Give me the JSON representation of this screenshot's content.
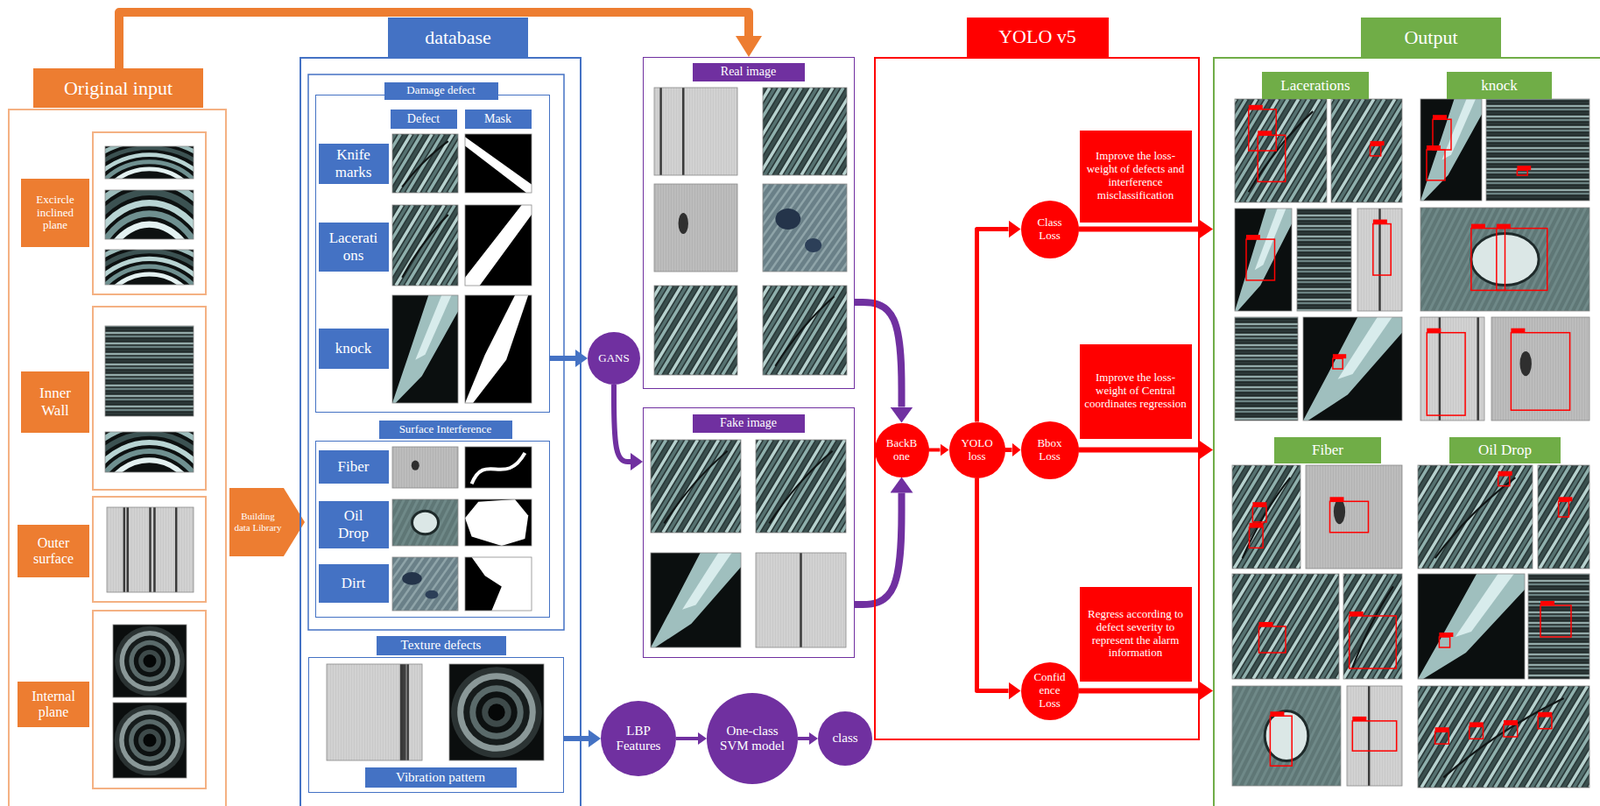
{
  "diagram": {
    "nodes": [
      {
        "text": [
          "Original input"
        ]
      },
      {
        "text": [
          "Excircle inclined plane"
        ],
        "in": 0
      },
      {
        "text": [
          "Inner Wall"
        ],
        "in": 0
      },
      {
        "text": [
          "Outer surface"
        ],
        "in": 0
      },
      {
        "text": [
          "Internal plane"
        ],
        "in": 0
      },
      {
        "text": [
          "Building data Library"
        ]
      },
      {
        "text": [
          "database"
        ]
      },
      {
        "text": [
          "Damage defect"
        ],
        "in": 6
      },
      {
        "text": [
          "Defect"
        ],
        "in": 7
      },
      {
        "text": [
          "Mask"
        ],
        "in": 7
      },
      {
        "text": [
          "Knife marks"
        ],
        "in": 7
      },
      {
        "text": [
          "Lacerati ons"
        ],
        "in": 7
      },
      {
        "text": [
          "knock"
        ],
        "in": 7
      },
      {
        "text": [
          "Surface Interference"
        ],
        "in": 6
      },
      {
        "text": [
          "Fiber"
        ],
        "in": 13
      },
      {
        "text": [
          "Oil Drop"
        ],
        "in": 13
      },
      {
        "text": [
          "Dirt"
        ],
        "in": 13
      },
      {
        "text": [
          "Texture defects"
        ],
        "in": 6
      },
      {
        "text": [
          "Vibration pattern"
        ],
        "in": 17
      },
      {
        "text": [
          "GANS"
        ]
      },
      {
        "text": [
          "Real image"
        ]
      },
      {
        "text": [
          "Fake image"
        ]
      },
      {
        "text": [
          "LBP Features"
        ]
      },
      {
        "text": [
          "One-class SVM model"
        ]
      },
      {
        "text": [
          "class"
        ]
      },
      {
        "text": [
          "YOLO v5"
        ]
      },
      {
        "text": [
          "BackB one"
        ],
        "in": 25
      },
      {
        "text": [
          "YOLO loss"
        ],
        "in": 25
      },
      {
        "text": [
          "Class Loss"
        ],
        "in": 25
      },
      {
        "text": [
          "Improve the loss-weight of defects and interference misclassification"
        ],
        "in": 25
      },
      {
        "text": [
          "Bbox Loss"
        ],
        "in": 25
      },
      {
        "text": [
          "Improve the loss-weight of Central coordinates regression"
        ],
        "in": 25
      },
      {
        "text": [
          "Confid ence Loss"
        ],
        "in": 25
      },
      {
        "text": [
          "Regress according to defect severity to represent the alarm information"
        ],
        "in": 25
      },
      {
        "text": [
          "Output"
        ]
      },
      {
        "text": [
          "Lacerations"
        ],
        "in": 34
      },
      {
        "text": [
          "knock"
        ],
        "in": 34
      },
      {
        "text": [
          "Fiber"
        ],
        "in": 34
      },
      {
        "text": [
          "Oil Drop"
        ],
        "in": 34
      }
    ],
    "edges": [
      {
        "from": 0,
        "to": 20,
        "arrow": "to"
      },
      {
        "from": 7,
        "to": 19,
        "arrow": "to"
      },
      {
        "from": 19,
        "to": 21,
        "arrow": "to"
      },
      {
        "from": 20,
        "to": 26,
        "arrow": "to"
      },
      {
        "from": 21,
        "to": 26,
        "arrow": "to"
      },
      {
        "from": 17,
        "to": 22,
        "arrow": "to"
      },
      {
        "from": 22,
        "to": 23,
        "arrow": "to"
      },
      {
        "from": 23,
        "to": 24,
        "arrow": "to"
      },
      {
        "from": 26,
        "to": 27,
        "arrow": "to"
      },
      {
        "from": 27,
        "to": 28,
        "arrow": "to"
      },
      {
        "from": 27,
        "to": 30,
        "arrow": "to"
      },
      {
        "from": 27,
        "to": 32,
        "arrow": "to"
      },
      {
        "from": 28,
        "to": 34,
        "arrow": "to"
      },
      {
        "from": 30,
        "to": 34,
        "arrow": "to"
      },
      {
        "from": 32,
        "to": 34,
        "arrow": "to"
      }
    ]
  }
}
